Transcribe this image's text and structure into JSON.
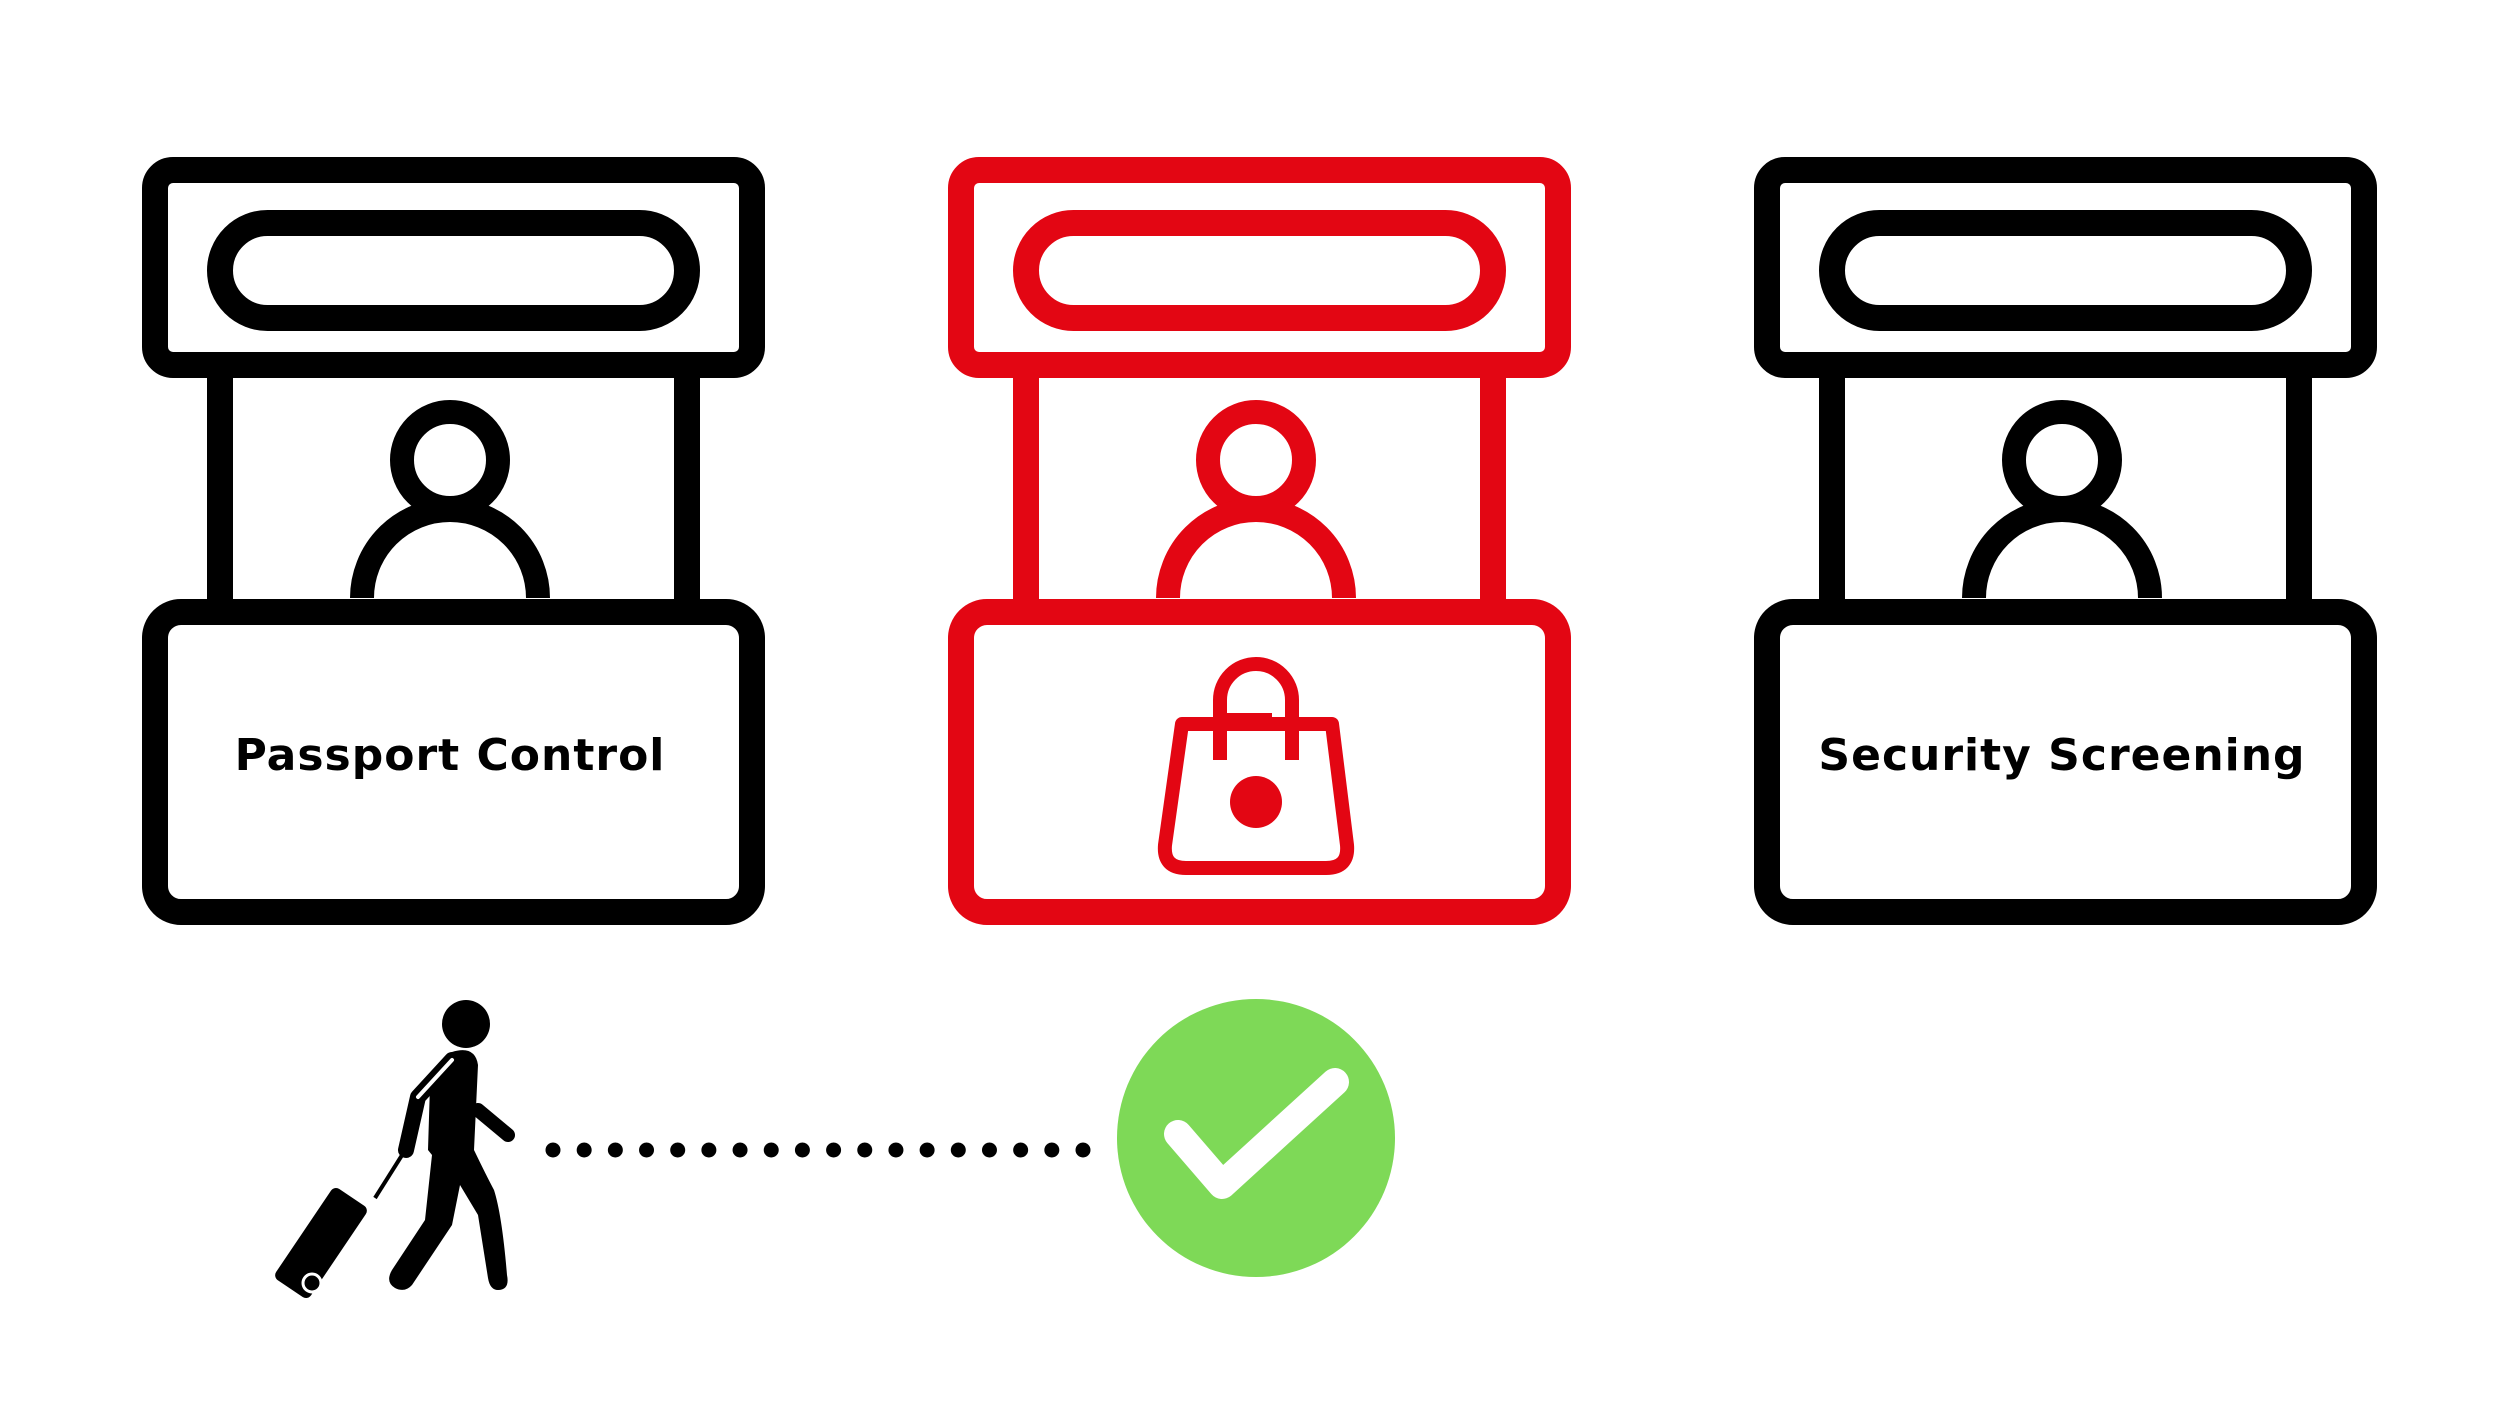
{
  "colors": {
    "default_stroke": "#000000",
    "highlight_stroke": "#e30613",
    "check_fill": "#7ed957",
    "check_mark": "#ffffff",
    "background": "#ffffff"
  },
  "booths": [
    {
      "label": "Passport Control",
      "icon": "person-icon",
      "highlighted": false
    },
    {
      "label": "",
      "icon": "shopping-bag-icon",
      "highlighted": true
    },
    {
      "label": "Security Screening",
      "icon": "person-icon",
      "highlighted": false
    }
  ],
  "traveler": {
    "icon": "traveler-with-luggage-icon"
  },
  "path": {
    "style": "dotted"
  },
  "status": {
    "icon": "checkmark-icon",
    "state": "approved"
  }
}
